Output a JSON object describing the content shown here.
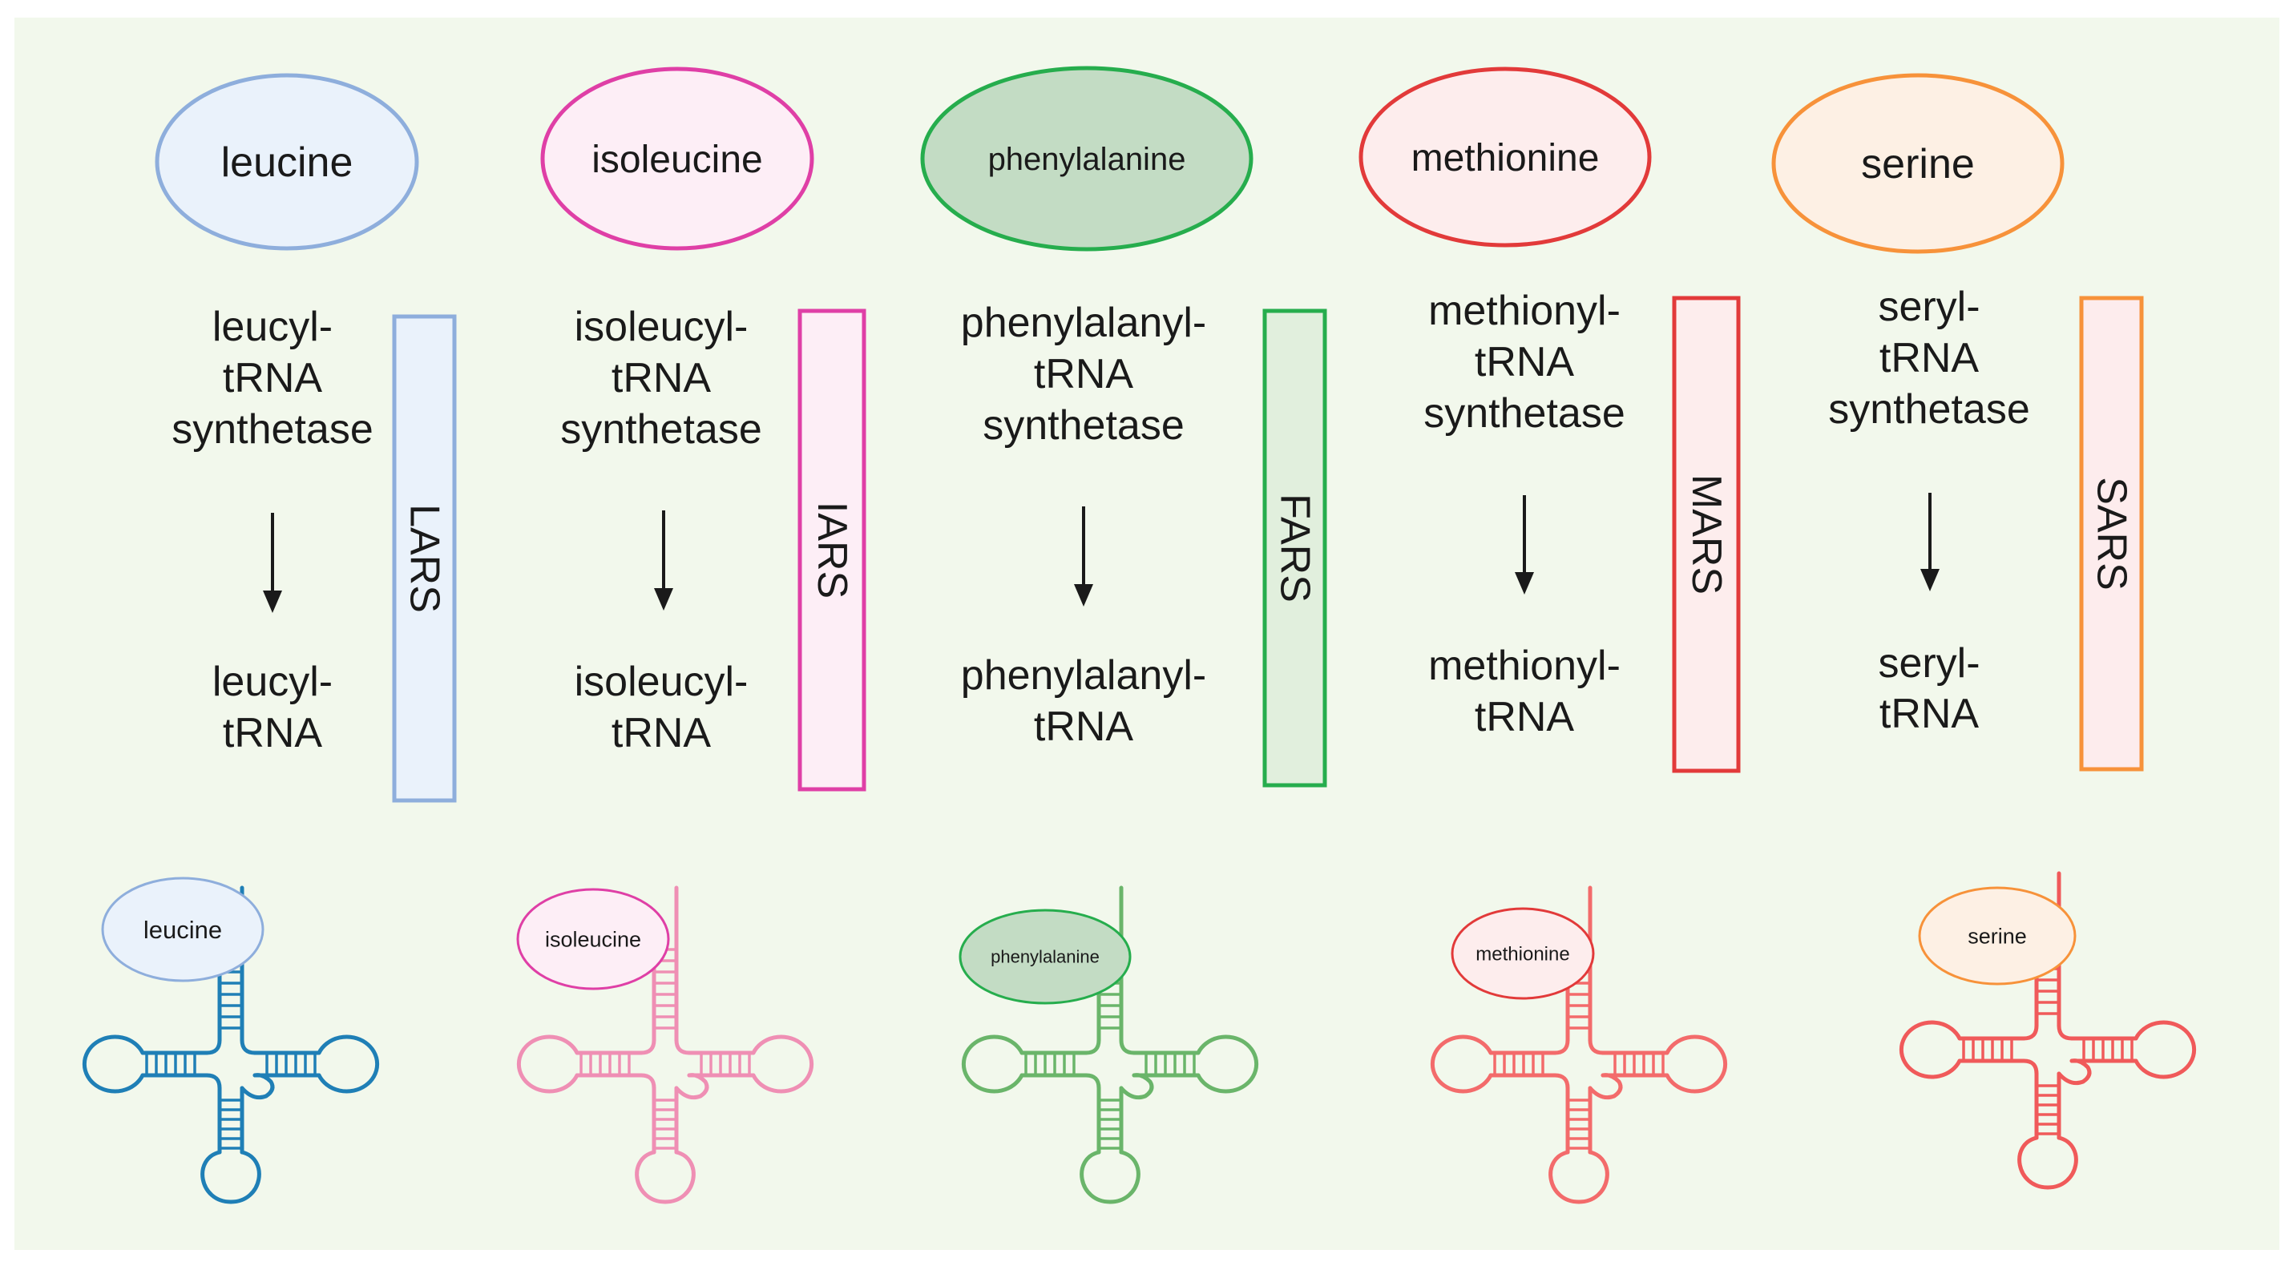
{
  "columns": [
    {
      "amino_acid": "leucine",
      "enzyme_lines": [
        "leucyl-",
        "tRNA",
        "synthetase"
      ],
      "product_lines": [
        "leucyl-",
        "tRNA"
      ],
      "gene": "LARS",
      "colors": {
        "stroke": "#8eaedc",
        "fill": "#eaf2fb",
        "bar_stroke": "#8eaedc",
        "bar_fill": "#eaf2fb",
        "trna": "#1f7fb6"
      }
    },
    {
      "amino_acid": "isoleucine",
      "enzyme_lines": [
        "isoleucyl-",
        "tRNA",
        "synthetase"
      ],
      "product_lines": [
        "isoleucyl-",
        "tRNA"
      ],
      "gene": "IARS",
      "colors": {
        "stroke": "#df3fa6",
        "fill": "#fdeef6",
        "bar_stroke": "#df3fa6",
        "bar_fill": "#fdeef6",
        "trna": "#ef8fb4"
      }
    },
    {
      "amino_acid": "phenylalanine",
      "enzyme_lines": [
        "phenylalanyl-",
        "tRNA",
        "synthetase"
      ],
      "product_lines": [
        "phenylalanyl-",
        "tRNA"
      ],
      "gene": "FARS",
      "colors": {
        "stroke": "#26ad4d",
        "fill": "#c3dcc4",
        "bar_stroke": "#26ad4d",
        "bar_fill": "#e1efdd",
        "trna": "#6ab56a"
      }
    },
    {
      "amino_acid": "methionine",
      "enzyme_lines": [
        "methionyl-",
        "tRNA",
        "synthetase"
      ],
      "product_lines": [
        "methionyl-",
        "tRNA"
      ],
      "gene": "MARS",
      "colors": {
        "stroke": "#e23a3a",
        "fill": "#fdeded",
        "bar_stroke": "#e23a3a",
        "bar_fill": "#fdeded",
        "trna": "#f36b6b"
      }
    },
    {
      "amino_acid": "serine",
      "enzyme_lines": [
        "seryl-",
        "tRNA",
        "synthetase"
      ],
      "product_lines": [
        "seryl-",
        "tRNA"
      ],
      "gene": "SARS",
      "colors": {
        "stroke": "#f7923a",
        "fill": "#fdf0e4",
        "bar_stroke": "#f7923a",
        "bar_fill": "#fdeced",
        "trna": "#f05a5a"
      }
    }
  ],
  "background_color": "#f2f8ec",
  "arrow_color": "#1a1a1a"
}
